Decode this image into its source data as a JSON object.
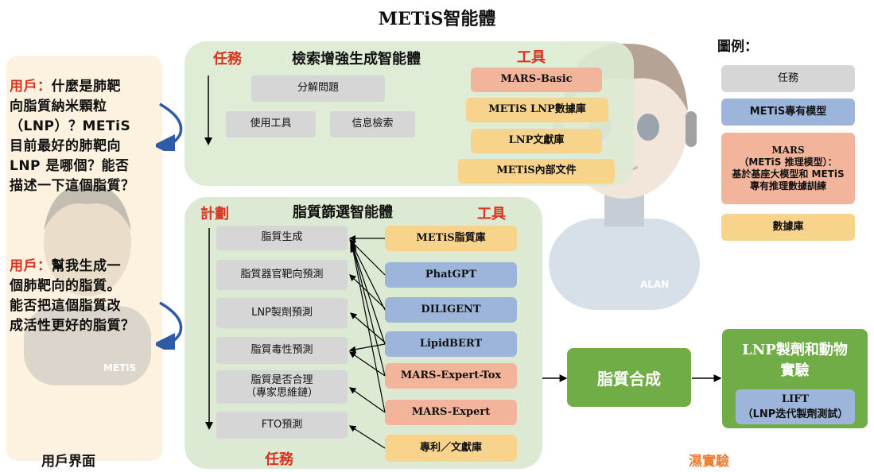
{
  "title": "METiS智能體",
  "legend": {
    "title": "圖例：",
    "items": [
      {
        "label": "任務",
        "kind": "task"
      },
      {
        "label": "METiS專有模型",
        "kind": "model"
      },
      {
        "label_line1": "MARS",
        "label_line2": "（METiS 推理模型）：",
        "label_line3": "基於基座大模型和 METiS",
        "label_line4": "專有推理數據訓練",
        "kind": "mars"
      },
      {
        "label": "數據庫",
        "kind": "database"
      }
    ]
  },
  "user_interface": {
    "label": "用戶界面",
    "message1": {
      "speaker": "用戶：",
      "line1": "什麼是肺靶",
      "line2": "向脂質納米顆粒",
      "line3": "（LNP）？METiS",
      "line4": "目前最好的肺靶向",
      "line5": "LNP 是哪個？能否",
      "line6": "描述一下這個脂質？"
    },
    "message2": {
      "speaker": "用戶：",
      "line1": "幫我生成一",
      "line2": "個肺靶向的脂質。",
      "line3": "能否把這個脂質改",
      "line4": "成活性更好的脂質？"
    },
    "badge": "METiS"
  },
  "rag_agent": {
    "task_label": "任務",
    "title": "檢索增強生成智能體",
    "tool_label": "工具",
    "tasks": [
      "分解問題",
      "使用工具",
      "信息檢索"
    ],
    "tools": [
      "MARS-Basic",
      "METiS LNP數據庫",
      "LNP文獻庫",
      "METiS內部文件"
    ]
  },
  "lipid_agent": {
    "plan_label": "計劃",
    "title": "脂質篩選智能體",
    "tool_label": "工具",
    "task_label": "任務",
    "tasks": [
      "脂質生成",
      "脂質器官靶向預測",
      "LNP製劑預測",
      "脂質毒性預測",
      "脂質是否合理",
      "（專家思維鏈）",
      "FTO預測"
    ],
    "tools": [
      "METiS脂質庫",
      "PhatGPT",
      "DILIGENT",
      "LipidBERT",
      "MARS-Expert-Tox",
      "MARS-Expert",
      "專利／文獻庫"
    ]
  },
  "wet_lab": {
    "label": "濕實驗",
    "synthesis": "脂質合成",
    "formulation_title_line1": "LNP製劑和動物",
    "formulation_title_line2": "實驗",
    "lift_line1": "LIFT",
    "lift_line2": "（LNP迭代製劑測試）"
  },
  "robot_badge": "ALAN",
  "colors": {
    "task": "#d6d6d6",
    "model": "#9db5db",
    "mars": "#f3b49c",
    "database": "#f8d38b",
    "panel": "#dcead3",
    "wetlab": "#70ad47",
    "accent_red": "#d9321f",
    "accent_orange": "#ee7d31",
    "arrow_blue": "#2e5aa8"
  }
}
